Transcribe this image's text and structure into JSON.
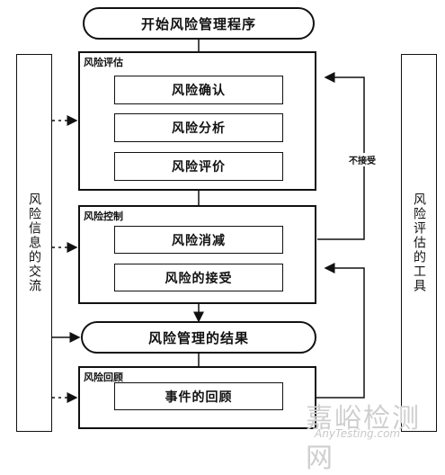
{
  "title": "开始风险管理程序",
  "sections": {
    "assessment": {
      "label": "风险评估",
      "steps": [
        "风险确认",
        "风险分析",
        "风险评价"
      ]
    },
    "control": {
      "label": "风险控制",
      "steps": [
        "风险消减",
        "风险的接受"
      ]
    },
    "review": {
      "label": "风险回顾",
      "steps": [
        "事件的回顾"
      ]
    }
  },
  "outcome": "风险管理的结果",
  "left_panel": "风险信息的交流",
  "right_panel": "风险评估的工具",
  "reject_label": "不接受",
  "watermark": {
    "brand": "嘉峪检测网",
    "url": "AnyTesting.com"
  }
}
